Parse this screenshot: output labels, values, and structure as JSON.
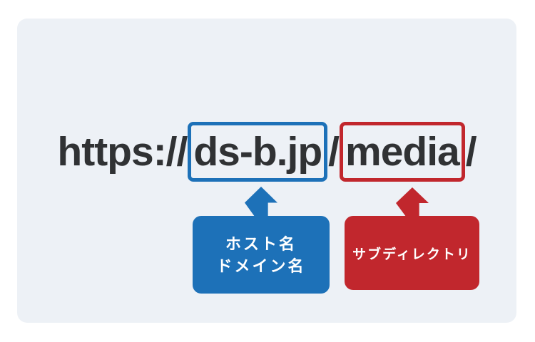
{
  "diagram": {
    "url": {
      "protocol": "https://",
      "host": "ds-b.jp",
      "separator": "/",
      "subdirectory": "media",
      "trailing_slash": "/"
    },
    "labels": {
      "host_line1": "ホスト名",
      "host_line2": "ドメイン名",
      "subdirectory": "サブディレクトリ"
    },
    "icons": {
      "host_arrow": "arrow-up-icon",
      "subdirectory_arrow": "arrow-up-icon"
    },
    "colors": {
      "host_accent": "#1d71b8",
      "subdir_accent": "#c1272d",
      "url_text": "#303234",
      "card_bg": "#edf1f6",
      "page_bg": "#ffffff",
      "label_text": "#ffffff"
    }
  }
}
